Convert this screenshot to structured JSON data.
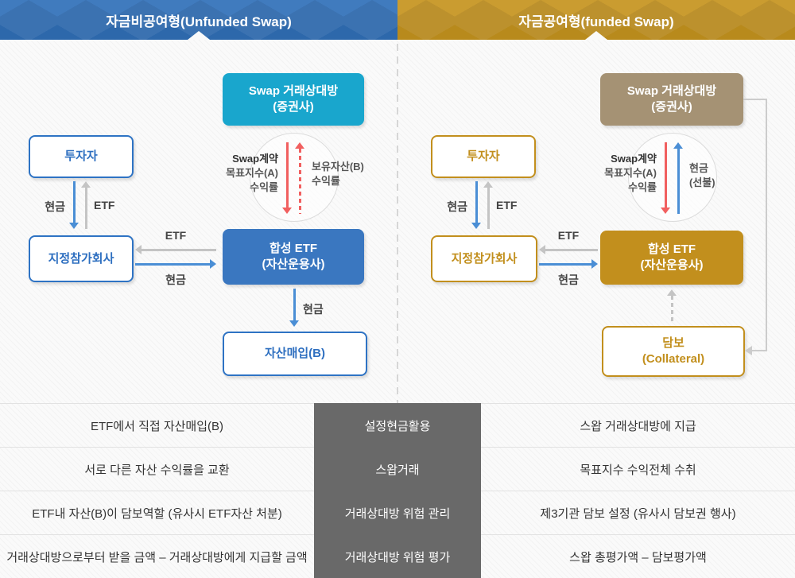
{
  "headers": {
    "left": "자금비공여형(Unfunded Swap)",
    "right": "자금공여형(funded Swap)"
  },
  "labels": {
    "cash": "현금",
    "etf": "ETF"
  },
  "left": {
    "swap_cp": {
      "line1": "Swap 거래상대방",
      "line2": "(증권사)"
    },
    "investor": "투자자",
    "ap": "지정참가회사",
    "syn_etf": {
      "line1": "합성 ETF",
      "line2": "(자산운용사)"
    },
    "asset_purchase": "자산매입(B)",
    "swap_note": {
      "line1": "Swap계약",
      "line2": "목표지수(A)",
      "line3": "수익률"
    },
    "holding_note": {
      "line1": "보유자산(B)",
      "line2": "수익률"
    }
  },
  "right": {
    "swap_cp": {
      "line1": "Swap 거래상대방",
      "line2": "(증권사)"
    },
    "investor": "투자자",
    "ap": "지정참가회사",
    "syn_etf": {
      "line1": "합성 ETF",
      "line2": "(자산운용사)"
    },
    "collateral": {
      "line1": "담보",
      "line2": "(Collateral)"
    },
    "swap_note": {
      "line1": "Swap계약",
      "line2": "목표지수(A)",
      "line3": "수익률"
    },
    "prepaid_note": {
      "line1": "현금",
      "line2": "(선불)"
    }
  },
  "table": {
    "rows": [
      {
        "left": "ETF에서 직접 자산매입(B)",
        "center": "설정현금활용",
        "right": "스왑 거래상대방에 지급"
      },
      {
        "left": "서로 다른 자산 수익률을 교환",
        "center": "스왑거래",
        "right": "목표지수 수익전체 수취"
      },
      {
        "left": "ETF내 자산(B)이 담보역할 (유사시 ETF자산 처분)",
        "center": "거래상대방 위험 관리",
        "right": "제3기관 담보 설정 (유사시 담보권 행사)"
      },
      {
        "left": "거래상대방으로부터 받을 금액 – 거래상대방에게 지급할 금액",
        "center": "거래상대방 위험 평가",
        "right": "스왑 총평가액 – 담보평가액"
      }
    ]
  },
  "colors": {
    "header_left": "#3070b8",
    "header_right": "#c6941e",
    "cyan_box": "#19a6cd",
    "blue_box": "#3a77c0",
    "tan_box": "#a59274",
    "gold_box": "#c28f1d",
    "blue_outline": "#2e73c4",
    "gold_outline": "#c28f1d",
    "arrow_blue": "#4a8ed5",
    "arrow_gray": "#c4c4c4",
    "arrow_red": "#f15f5f",
    "table_center_bg": "#696969"
  }
}
